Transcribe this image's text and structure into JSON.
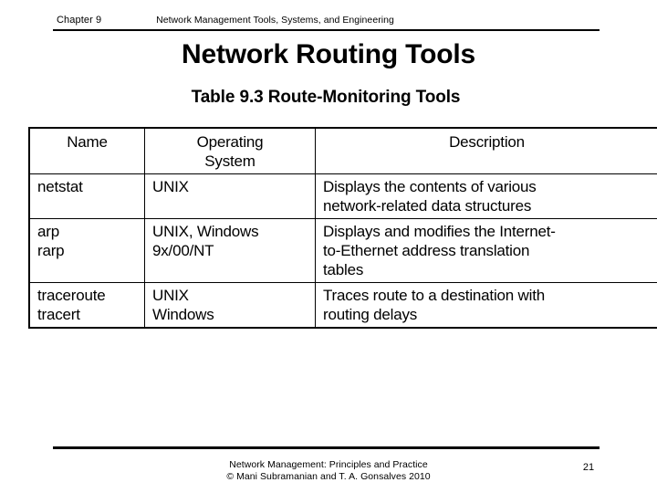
{
  "header": {
    "chapter": "Chapter 9",
    "subtitle": "Network Management Tools, Systems, and Engineering"
  },
  "title": "Network Routing Tools",
  "table": {
    "caption": "Table 9.3  Route-Monitoring Tools",
    "columns": [
      "Name",
      "Operating System",
      "Description"
    ],
    "column_header_lines": {
      "name": "Name",
      "os_line1": "Operating",
      "os_line2": "System",
      "description": "Description"
    },
    "rows": [
      {
        "name_line1": "netstat",
        "name_line2": "",
        "os_line1": "UNIX",
        "os_line2": "",
        "desc_line1": "Displays the contents of various",
        "desc_line2": "network-related data structures",
        "desc_line3": ""
      },
      {
        "name_line1": "arp",
        "name_line2": "rarp",
        "os_line1": "UNIX, Windows",
        "os_line2": "9x/00/NT",
        "desc_line1": "Displays and modifies the Internet-",
        "desc_line2": "to-Ethernet address translation",
        "desc_line3": "tables"
      },
      {
        "name_line1": "traceroute",
        "name_line2": "tracert",
        "os_line1": "UNIX",
        "os_line2": "Windows",
        "desc_line1": "Traces route to a destination with",
        "desc_line2": "routing delays",
        "desc_line3": ""
      }
    ]
  },
  "footer": {
    "line1": "Network Management: Principles and Practice",
    "line2": "©  Mani Subramanian and T. A. Gonsalves 2010",
    "page_number": "21"
  },
  "colors": {
    "text": "#000000",
    "background": "#ffffff",
    "rule": "#000000",
    "table_border": "#000000"
  }
}
